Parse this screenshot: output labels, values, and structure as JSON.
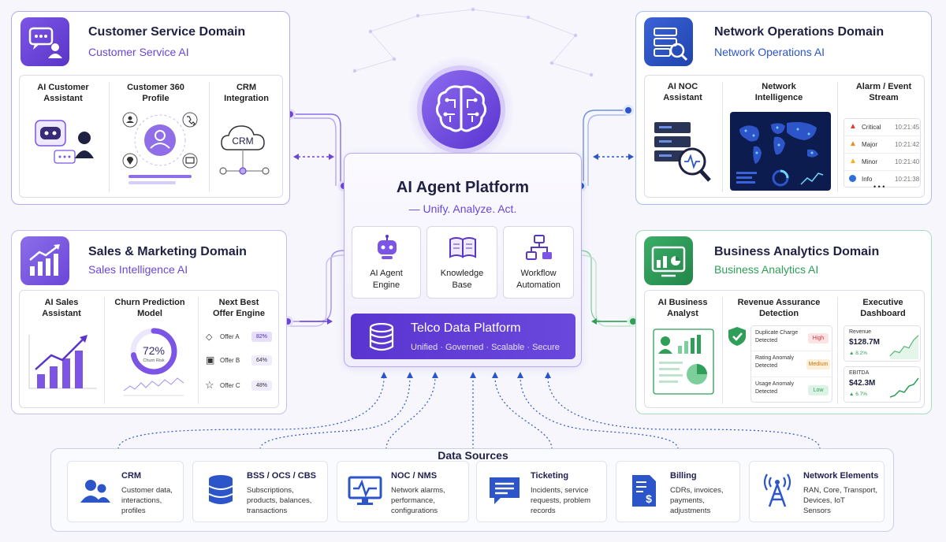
{
  "colors": {
    "purple": "#6b46d8",
    "blue": "#2b55c9",
    "green": "#2e9e58",
    "critical": "#e03a3a",
    "major": "#f08a1e",
    "minor": "#f0b31e",
    "info": "#2b6fd9"
  },
  "platform": {
    "title": "AI Agent Platform",
    "tagline": "— Unify. Analyze. Act.",
    "tiles": [
      "AI Agent\nEngine",
      "Knowledge\nBase",
      "Workflow\nAutomation"
    ],
    "data_platform": {
      "title": "Telco Data Platform",
      "sub": "Unified · Governed · Scalable · Secure"
    }
  },
  "customer_service": {
    "title": "Customer Service Domain",
    "sub": "Customer Service AI",
    "cols": [
      "AI Customer\nAssistant",
      "Customer 360\nProfile",
      "CRM\nIntegration"
    ],
    "crm_label": "CRM"
  },
  "network_ops": {
    "title": "Network Operations Domain",
    "sub": "Network Operations AI",
    "cols": [
      "AI NOC\nAssistant",
      "Network\nIntelligence",
      "Alarm / Event\nStream"
    ],
    "alarms": [
      {
        "level": "Critical",
        "time": "10:21:45"
      },
      {
        "level": "Major",
        "time": "10:21:42"
      },
      {
        "level": "Minor",
        "time": "10:21:40"
      },
      {
        "level": "Info",
        "time": "10:21:38"
      }
    ],
    "more": "• • •"
  },
  "sales": {
    "title": "Sales & Marketing Domain",
    "sub": "Sales Intelligence AI",
    "cols": [
      "AI Sales\nAssistant",
      "Churn Prediction\nModel",
      "Next Best\nOffer Engine"
    ],
    "churn_value": "72%",
    "churn_label": "Churn Risk",
    "churn_fraction": 0.72,
    "offers": [
      {
        "name": "Offer A",
        "value": "82%"
      },
      {
        "name": "Offer B",
        "value": "64%"
      },
      {
        "name": "Offer C",
        "value": "48%"
      }
    ]
  },
  "analytics": {
    "title": "Business Analytics Domain",
    "sub": "Business Analytics AI",
    "cols": [
      "AI Business\nAnalyst",
      "Revenue Assurance\nDetection",
      "Executive\nDashboard"
    ],
    "anomalies": [
      {
        "label": "Duplicate Charge\nDetected",
        "severity": "High"
      },
      {
        "label": "Rating Anomaly\nDetected",
        "severity": "Medium"
      },
      {
        "label": "Usage Anomaly\nDetected",
        "severity": "Low"
      }
    ],
    "kpis": [
      {
        "label": "Revenue",
        "value": "$128.7M",
        "change": "▲ 8.2%"
      },
      {
        "label": "EBITDA",
        "value": "$42.3M",
        "change": "▲ 6.7%"
      }
    ]
  },
  "data_sources": {
    "title": "Data Sources",
    "items": [
      {
        "title": "CRM",
        "desc": "Customer data,\ninteractions,\nprofiles"
      },
      {
        "title": "BSS / OCS / CBS",
        "desc": "Subscriptions,\nproducts, balances,\ntransactions"
      },
      {
        "title": "NOC / NMS",
        "desc": "Network alarms,\nperformance,\nconfigurations"
      },
      {
        "title": "Ticketing",
        "desc": "Incidents, service\nrequests, problem\nrecords"
      },
      {
        "title": "Billing",
        "desc": "CDRs, invoices,\npayments,\nadjustments"
      },
      {
        "title": "Network Elements",
        "desc": "RAN, Core, Transport,\nDevices, IoT\nSensors"
      }
    ]
  }
}
